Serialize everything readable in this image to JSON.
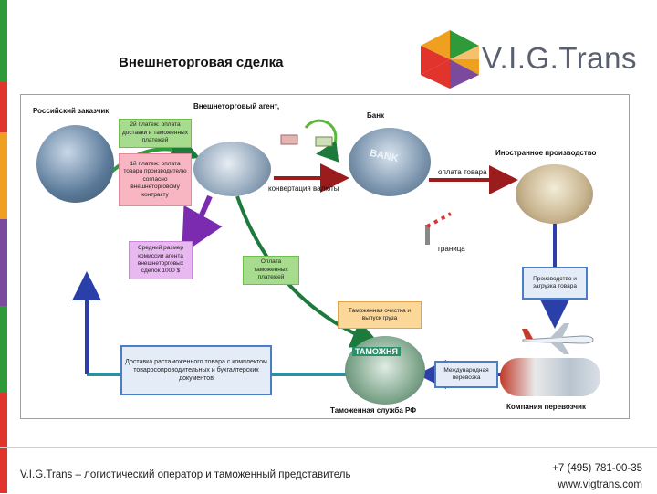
{
  "title": "Внешнеторговая сделка",
  "logo": {
    "text": "V.I.G.Trans"
  },
  "stripes": [
    "#2e9a3a",
    "#e1342d",
    "#f0a020",
    "#7b4a9c",
    "#2e9a3a",
    "#e1342d"
  ],
  "labels": {
    "russian_customer": "Российский заказчик",
    "foreign_agent": "Внешнеторговый агент,",
    "bank": "Банк",
    "foreign_production": "Иностранное производство",
    "goods_payment": "оплата товара",
    "currency_conversion": "конвертация валюты",
    "border": "граница",
    "customs_service": "Таможенная служба РФ",
    "carrier_company": "Компания перевозчик"
  },
  "boxes": {
    "delivery_payment": "2й платеж: оплата доставки и таможенных платежей",
    "goods_payment_first": "1й платеж: оплата товара производителю согласно внешнеторговому контракту",
    "average_commission": "Средний размер комиссии агента внешнеторговых сделок 1000 $",
    "customs_payments": "Оплата таможенных платежей",
    "production_loading": "Производство и загрузка товара",
    "customs_clearance": "Таможенная очистка и выпуск груза",
    "delivery_docs": "Доставка растаможенного товара с комплектом товаросопроводительных и бухгалтерских документов",
    "international_transport": "Международная перевозка"
  },
  "pictures": {
    "bank_sign": "BANK",
    "customs_sign": "ТАМОЖНЯ"
  },
  "footer": {
    "left": "V.I.G.Trans – логистический оператор и таможенный представитель",
    "phone": "+7 (495) 781-00-35",
    "site": "www.vigtrans.com"
  }
}
